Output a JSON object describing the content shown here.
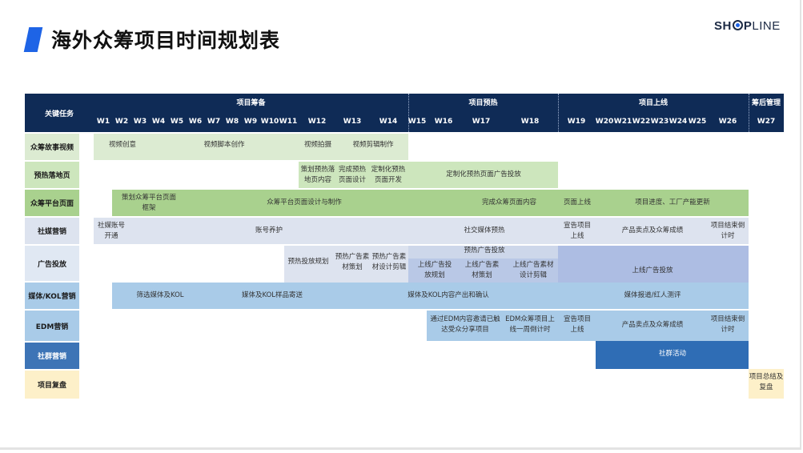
{
  "title": "海外众筹项目时间规划表",
  "logo": {
    "b1": "SH",
    "b2": "P",
    "thin": "LINE"
  },
  "header": {
    "task_col": "关键任务",
    "phases": [
      "项目筹备",
      "项目预热",
      "项目上线",
      "筹后管理"
    ],
    "weeks": [
      "W1",
      "W2",
      "W3",
      "W4",
      "W5",
      "W6",
      "W7",
      "W8",
      "W9",
      "W10",
      "W11",
      "W12",
      "W13",
      "W14",
      "W15",
      "W16",
      "W17",
      "W18",
      "W19",
      "W20",
      "W21",
      "W22",
      "W23",
      "W24",
      "W25",
      "W26",
      "W27"
    ]
  },
  "rows": [
    {
      "label": "众筹故事视频",
      "color": "#dcebd2"
    },
    {
      "label": "预热落地页",
      "color": "#cde6bd"
    },
    {
      "label": "众筹平台页面",
      "color": "#a9d18e"
    },
    {
      "label": "社媒营销",
      "color": "#dde3ef"
    },
    {
      "label": "广告投放",
      "color": "#cdd7ea"
    },
    {
      "label": "媒体/KOL营销",
      "color": "#a9cbe8"
    },
    {
      "label": "EDM营销",
      "color": "#3a78c0"
    },
    {
      "label": "社群营销",
      "color": "#3d74b6"
    },
    {
      "label": "项目复盘",
      "color": "#fdf0c9"
    }
  ],
  "tasks": {
    "video": [
      "视频创意",
      "视频脚本创作",
      "视频拍摄",
      "视频剪辑制作"
    ],
    "landing": [
      "策划预热落地页内容",
      "完成预热页面设计",
      "定制化预热页面开发",
      "定制化预热页面广告投放"
    ],
    "platform": [
      "策划众筹平台页面框架",
      "众筹平台页面设计与制作",
      "完成众筹页面内容",
      "页面上线",
      "项目进度、工厂产能更新"
    ],
    "social": [
      "社媒账号开通",
      "账号养护",
      "社交媒体预热",
      "宣告项目上线",
      "产品卖点及众筹成绩",
      "项目结束倒计时"
    ],
    "ads": [
      "预热投放规划",
      "预热广告素材策划",
      "预热广告素材设计剪辑",
      "预热广告投放",
      "上线广告投放规划",
      "上线广告素材策划",
      "上线广告素材设计剪辑",
      "上线广告投放"
    ],
    "media": [
      "筛选媒体及KOL",
      "媒体及KOL样品寄送",
      "媒体及KOL内容产出和确认",
      "媒体报道/红人测评"
    ],
    "edm": [
      "通过EDM内容邀请已触达受众分享项目",
      "EDM众筹项目上线一周倒计时",
      "宣告项目上线",
      "产品卖点及众筹成绩",
      "项目结束倒计时"
    ],
    "community": [
      "社群活动"
    ],
    "review": [
      "项目总结及复盘"
    ]
  }
}
